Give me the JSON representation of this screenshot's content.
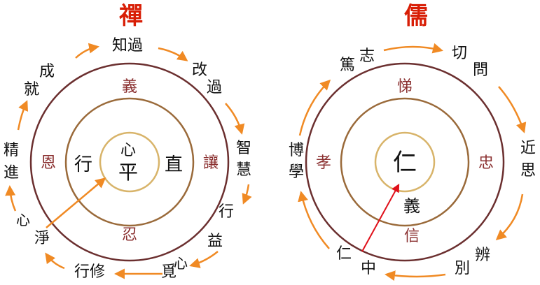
{
  "colors": {
    "title": "#d81e06",
    "outer_ring": "#6b2f2f",
    "middle_ring": "#9a6a3a",
    "inner_ring": "#d8b46a",
    "ring_text": "#8a2f2f",
    "arrow_orange": "#f08a24",
    "arrow_red": "#e0101a",
    "text": "#111111"
  },
  "left": {
    "title": "禪",
    "center": "心平",
    "center_top": "心",
    "center_bottom": "平",
    "middle_left": "行",
    "middle_right": "直",
    "outer_top": "義",
    "outer_left": "恩",
    "outer_right": "讓",
    "outer_bottom": "忍",
    "cycle": [
      "知過",
      "改過",
      "智慧",
      "行益",
      "覓心",
      "行修",
      "心淨",
      "精進",
      "成就"
    ],
    "cycle_labels": {
      "zhi_guo": "知過",
      "gai_guo_1": "改",
      "gai_guo_2": "過",
      "zhi_hui_1": "智",
      "zhi_hui_2": "慧",
      "xing_yi_1": "行",
      "xing_yi_2": "益",
      "mi_xin_1": "覓",
      "mi_xin_2": "心",
      "xing_xiu": "行修",
      "xin_jing_1": "心",
      "xin_jing_2": "淨",
      "jing_jin_1": "精",
      "jing_jin_2": "進",
      "cheng_jiu_1": "成",
      "cheng_jiu_2": "就"
    }
  },
  "right": {
    "title": "儒",
    "center": "仁",
    "inner_bottom": "義",
    "outer_top": "悌",
    "outer_left": "孝",
    "outer_right": "忠",
    "outer_bottom": "信",
    "cycle": [
      "篤志",
      "切問",
      "近思",
      "辨別",
      "中",
      "仁",
      "博學"
    ],
    "cycle_labels": {
      "du": "篤",
      "zhi": "志",
      "qie": "切",
      "wen": "問",
      "jin": "近",
      "si": "思",
      "bian": "辨",
      "bie": "別",
      "zhong": "中",
      "ren": "仁",
      "bo": "博",
      "xue": "學"
    }
  }
}
